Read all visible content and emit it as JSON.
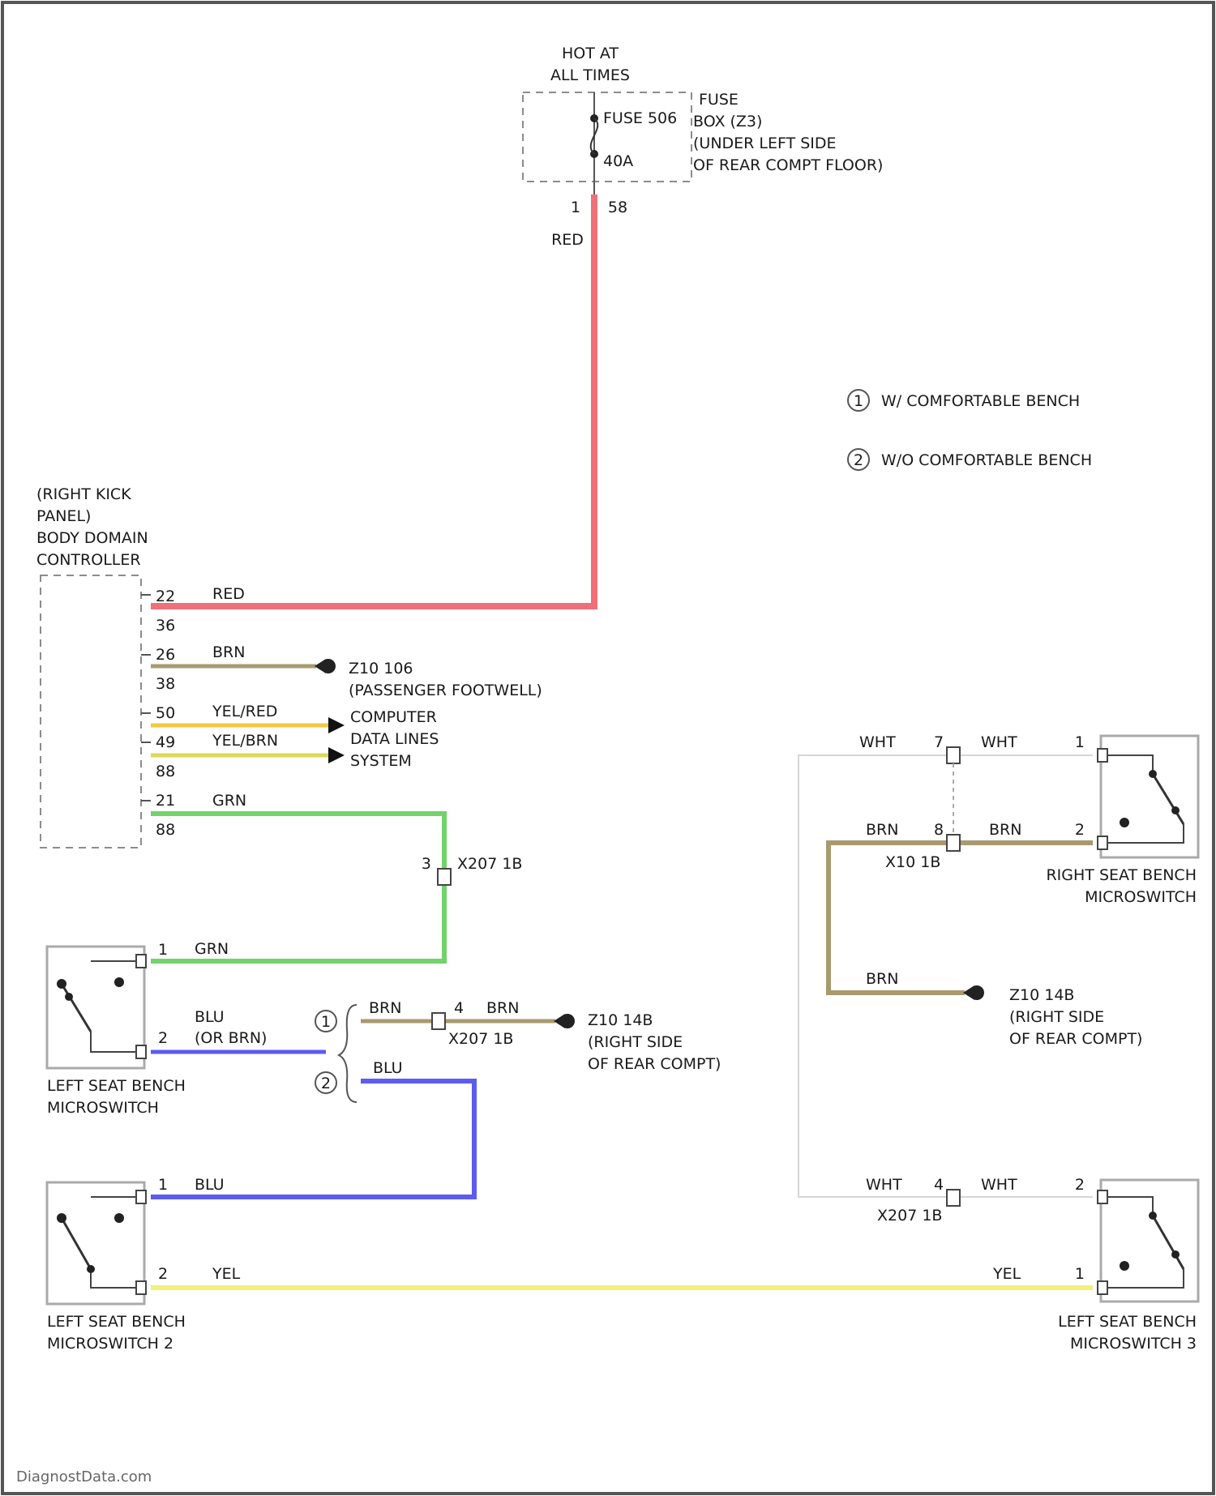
{
  "colors": {
    "red": "#f0707a",
    "brn": "#a89a6e",
    "yel_red": "#f5c842",
    "yel_brn": "#dcd85a",
    "grn": "#72d36a",
    "blu": "#5c5cf0",
    "yel": "#f2f07a",
    "wht": "#d6d6d6"
  },
  "power": {
    "hot_line1": "HOT AT",
    "hot_line2": "ALL TIMES",
    "fuse_name": "FUSE 506",
    "fuse_rating": "40A",
    "fusebox_line1": "FUSE",
    "fusebox_line2": "BOX (Z3)",
    "fusebox_line3": "(UNDER LEFT SIDE",
    "fusebox_line4": "OF REAR COMPT FLOOR)",
    "pin_1": "1",
    "pin_58": "58",
    "wire_label": "RED"
  },
  "legend": [
    {
      "num": "1",
      "text": "W/ COMFORTABLE BENCH"
    },
    {
      "num": "2",
      "text": "W/O COMFORTABLE BENCH"
    }
  ],
  "controller": {
    "line1": "(RIGHT KICK",
    "line2": "PANEL)",
    "line3": "BODY DOMAIN",
    "line4": "CONTROLLER",
    "pins": [
      {
        "pin": "22",
        "conn": "36",
        "wire": "RED"
      },
      {
        "pin": "26",
        "conn": "38",
        "wire": "BRN"
      },
      {
        "pin": "50",
        "conn": "",
        "wire": "YEL/RED"
      },
      {
        "pin": "49",
        "conn": "88",
        "wire": "YEL/BRN"
      },
      {
        "pin": "21",
        "conn": "88",
        "wire": "GRN"
      }
    ]
  },
  "ground_passenger": {
    "name": "Z10 106",
    "location": "(PASSENGER FOOTWELL)"
  },
  "data_lines": {
    "line1": "COMPUTER",
    "line2": "DATA LINES",
    "line3": "SYSTEM"
  },
  "connector_grn": {
    "pin": "3",
    "name": "X207 1B"
  },
  "left_switch_1": {
    "name1": "LEFT SEAT BENCH",
    "name2": "MICROSWITCH",
    "pin_top": "1",
    "pin_bottom": "2",
    "wire_top": "GRN",
    "wire_bottom1": "BLU",
    "wire_bottom2": "(OR BRN)"
  },
  "option_1_branch": {
    "wire": "BRN",
    "pin": "4",
    "connector": "X207 1B",
    "wire_after": "BRN",
    "ground_name": "Z10 14B",
    "ground_loc1": "(RIGHT SIDE",
    "ground_loc2": "OF REAR COMPT)"
  },
  "option_2_branch": {
    "wire": "BLU"
  },
  "left_switch_2": {
    "name1": "LEFT SEAT BENCH",
    "name2": "MICROSWITCH 2",
    "pin_top": "1",
    "pin_bottom": "2",
    "wire_top": "BLU",
    "wire_bottom": "YEL"
  },
  "right_switch_1": {
    "name1": "RIGHT SEAT BENCH",
    "name2": "MICROSWITCH",
    "pin_top": "1",
    "pin_bottom": "2",
    "wht_left": "WHT",
    "wht_pin": "7",
    "wht_right": "WHT",
    "brn_left": "BRN",
    "brn_pin": "8",
    "brn_right": "BRN",
    "connector": "X10 1B"
  },
  "ground_right": {
    "wire": "BRN",
    "name": "Z10 14B",
    "loc1": "(RIGHT SIDE",
    "loc2": "OF REAR COMPT)"
  },
  "left_switch_3": {
    "name1": "LEFT SEAT BENCH",
    "name2": "MICROSWITCH 3",
    "pin_top": "2",
    "pin_bottom": "1",
    "wht_left": "WHT",
    "wht_pin": "4",
    "wht_right": "WHT",
    "connector": "X207 1B",
    "wire_bottom": "YEL"
  },
  "footer": "DiagnostData.com"
}
